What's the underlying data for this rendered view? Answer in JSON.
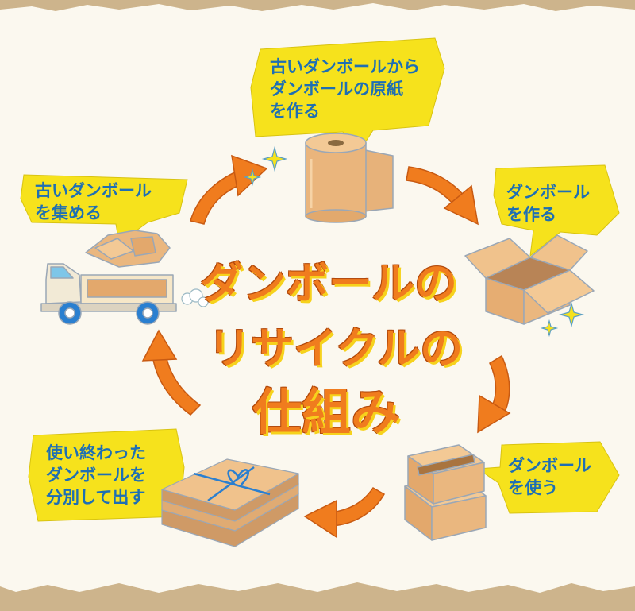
{
  "title": {
    "line1": "ダンボールの",
    "line2": "リサイクルの",
    "line3": "仕組み"
  },
  "steps": [
    {
      "lines": [
        "古いダンボールから",
        "ダンボールの原紙",
        "を作る"
      ]
    },
    {
      "lines": [
        "ダンボール",
        "を作る"
      ]
    },
    {
      "lines": [
        "ダンボール",
        "を使う"
      ]
    },
    {
      "lines": [
        "使い終わった",
        "ダンボールを",
        "分別して出す"
      ]
    },
    {
      "lines": [
        "古いダンボール",
        "を集める"
      ]
    }
  ],
  "colors": {
    "bubble_fill": "#f6e21c",
    "bubble_text": "#1e6fb4",
    "arrow": "#f07c1e",
    "cardboard": "#e8b57a",
    "paper": "#fbf8ef"
  },
  "icons": [
    "paper-roll-icon",
    "open-box-icon",
    "stacked-boxes-icon",
    "tied-bundle-icon",
    "truck-icon",
    "sparkle-icon"
  ]
}
